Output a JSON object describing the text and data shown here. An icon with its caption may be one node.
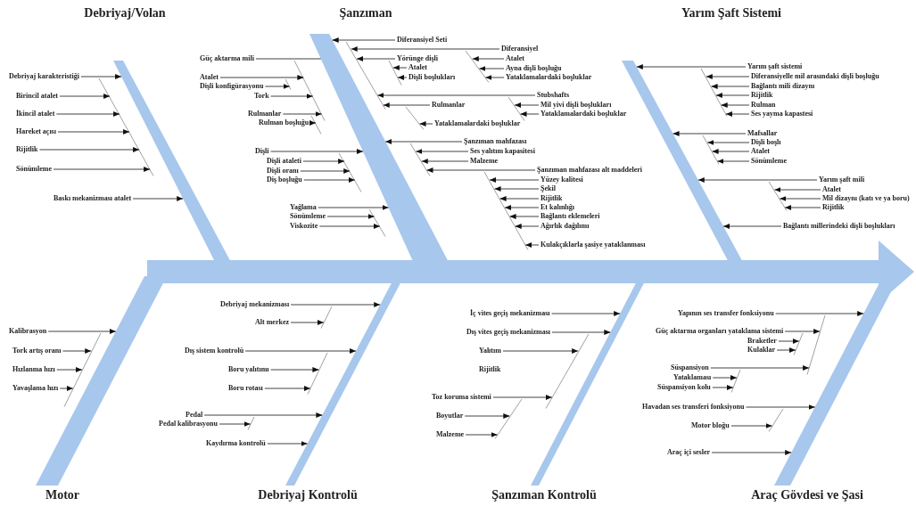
{
  "diagram": {
    "nodes": [
      {
        "text": [],
        "shape": "arrow"
      },
      {
        "text": [],
        "shape": "bar",
        "beside": [
          "Debriyaj/Volan"
        ]
      },
      {
        "text": [],
        "shape": "bar",
        "beside": [
          "Şanzıman"
        ]
      },
      {
        "text": [],
        "shape": "bar",
        "beside": [
          "Yarım Şaft Sistemi"
        ]
      },
      {
        "text": [],
        "shape": "bar",
        "beside": [
          "Motor"
        ]
      },
      {
        "text": [],
        "shape": "bar",
        "beside": [
          "Debriyaj Kontrolü"
        ]
      },
      {
        "text": [],
        "shape": "bar",
        "beside": [
          "Şanzıman Kontrolü"
        ]
      },
      {
        "text": [],
        "shape": "bar",
        "beside": [
          "Araç Gövdesi ve Şasi"
        ]
      },
      {
        "text": [
          "Debriyaj karakteristiği"
        ]
      },
      {
        "text": [
          "Birincil atalet"
        ]
      },
      {
        "text": [
          "İkincil atalet"
        ]
      },
      {
        "text": [
          "Hareket açısı"
        ]
      },
      {
        "text": [
          "Rijitlik"
        ]
      },
      {
        "text": [
          "Sönümleme"
        ]
      },
      {
        "text": [
          "Baskı mekanizması atalet"
        ]
      },
      {
        "text": [
          "Güç aktarma mili"
        ]
      },
      {
        "text": [
          "Atalet"
        ]
      },
      {
        "text": [
          "Dişli konfigürasyonu"
        ]
      },
      {
        "text": [
          "Tork"
        ]
      },
      {
        "text": [
          "Rulmanlar"
        ]
      },
      {
        "text": [
          "Rulman boşluğu"
        ]
      },
      {
        "text": [
          "Dişli"
        ]
      },
      {
        "text": [
          "Dişli ataleti"
        ]
      },
      {
        "text": [
          "Dişli oranı"
        ]
      },
      {
        "text": [
          "Diş boşluğu"
        ]
      },
      {
        "text": [
          "Yağlama"
        ]
      },
      {
        "text": [
          "Sönümleme"
        ]
      },
      {
        "text": [
          "Viskozite"
        ]
      },
      {
        "text": [
          "Diferansiyel Seti"
        ]
      },
      {
        "text": [
          "Diferansiyel"
        ]
      },
      {
        "text": [
          "Atalet"
        ]
      },
      {
        "text": [
          "Ayna dişli boşluğu"
        ]
      },
      {
        "text": [
          "Yataklamalardaki boşluklar"
        ]
      },
      {
        "text": [
          "Yörünge dişli"
        ]
      },
      {
        "text": [
          "Atalet"
        ]
      },
      {
        "text": [
          "Dişli boşlukları"
        ]
      },
      {
        "text": [
          "Stubshafts"
        ]
      },
      {
        "text": [
          "Mil yivi dişli boşlukları"
        ]
      },
      {
        "text": [
          "Yataklamalardaki boşluklar"
        ]
      },
      {
        "text": [
          "Rulmanlar"
        ]
      },
      {
        "text": [
          "Yataklamalardaki boşluklar"
        ]
      },
      {
        "text": [
          "Şanzıman mahfazası"
        ]
      },
      {
        "text": [
          "Ses yalıtım kapasitesi"
        ]
      },
      {
        "text": [
          "Malzeme"
        ]
      },
      {
        "text": [
          "Şanzıman mahfazası alt maddeleri"
        ]
      },
      {
        "text": [
          "Yüzey kalitesi"
        ]
      },
      {
        "text": [
          "Şekil"
        ]
      },
      {
        "text": [
          "Rijitlik"
        ]
      },
      {
        "text": [
          "Et kalınlığı"
        ]
      },
      {
        "text": [
          "Bağlantı eklemeleri"
        ]
      },
      {
        "text": [
          "Ağırlık dağılımı"
        ]
      },
      {
        "text": [
          "Kulakçıklarla şasiye yataklanması"
        ]
      },
      {
        "text": [
          "Yarım şaft sistemi"
        ]
      },
      {
        "text": [
          "Diferansiyelle mil arasındaki dişli boşluğu"
        ]
      },
      {
        "text": [
          "Bağlantı mili dizaynı"
        ]
      },
      {
        "text": [
          "Rijitlik"
        ]
      },
      {
        "text": [
          "Rulman"
        ]
      },
      {
        "text": [
          "Ses yayma kapastesi"
        ]
      },
      {
        "text": [
          "Mafsallar"
        ]
      },
      {
        "text": [
          "Dişli boşlı"
        ]
      },
      {
        "text": [
          "Atalet"
        ]
      },
      {
        "text": [
          "Sönümleme"
        ]
      },
      {
        "text": [
          "Yarım şaft mili"
        ]
      },
      {
        "text": [
          "Atalet"
        ]
      },
      {
        "text": [
          "Mil dizaynı (katı ve ya boru)"
        ]
      },
      {
        "text": [
          "Rijitlik"
        ]
      },
      {
        "text": [
          "Bağlantı millerindeki dişli boşlukları"
        ]
      },
      {
        "text": [
          "Kalibrasyon"
        ]
      },
      {
        "text": [
          "Tork artış oranı"
        ]
      },
      {
        "text": [
          "Hızlanma hızı"
        ]
      },
      {
        "text": [
          "Yavaşlama hızı"
        ]
      },
      {
        "text": [
          "Debriyaj mekanizması"
        ]
      },
      {
        "text": [
          "Alt merkez"
        ]
      },
      {
        "text": [
          "Dış sistem kontrolü"
        ]
      },
      {
        "text": [
          "Boru yalıtımı"
        ]
      },
      {
        "text": [
          "Boru rotası"
        ]
      },
      {
        "text": [
          "Pedal"
        ]
      },
      {
        "text": [
          "Pedal kalibrasyonu"
        ]
      },
      {
        "text": [
          "Kaydırma kontrolü"
        ]
      },
      {
        "text": [
          "İç vites geçiş mekanizması"
        ]
      },
      {
        "text": [
          "Dış vites geçiş mekanizması"
        ]
      },
      {
        "text": [
          "Yalıtım"
        ]
      },
      {
        "text": [
          "Toz koruma sistemi"
        ]
      },
      {
        "text": [
          "Boyutlar"
        ]
      },
      {
        "text": [
          "Malzeme"
        ]
      },
      {
        "text": [
          "Yapının ses transfer fonksiyonu"
        ]
      },
      {
        "text": [
          "Güç aktarma organları yataklama sistemi"
        ]
      },
      {
        "text": [
          "Braketler"
        ]
      },
      {
        "text": [
          "Kulaklar"
        ]
      },
      {
        "text": [
          "Süspansiyon"
        ]
      },
      {
        "text": [
          "Yataklaması"
        ]
      },
      {
        "text": [
          "Süspansiyon kolu"
        ]
      },
      {
        "text": [
          "Havadan ses transferi fonksiyonu"
        ]
      },
      {
        "text": [
          "Motor bloğu"
        ]
      },
      {
        "text": [
          "Araç içi sesler"
        ]
      },
      {
        "text": [],
        "shape": "line"
      },
      {
        "text": [],
        "shape": "line"
      },
      {
        "text": [],
        "shape": "line"
      },
      {
        "text": [],
        "shape": "line"
      },
      {
        "text": [],
        "shape": "line"
      },
      {
        "text": [],
        "shape": "line"
      },
      {
        "text": [],
        "shape": "line"
      },
      {
        "text": [],
        "shape": "line"
      },
      {
        "text": [],
        "shape": "line"
      },
      {
        "text": [],
        "shape": "line"
      },
      {
        "text": [],
        "shape": "line"
      },
      {
        "text": [],
        "shape": "line"
      },
      {
        "text": [],
        "shape": "line"
      },
      {
        "text": [],
        "shape": "line"
      },
      {
        "text": [],
        "shape": "line"
      },
      {
        "text": [],
        "shape": "line"
      },
      {
        "text": [],
        "shape": "line"
      },
      {
        "text": [],
        "shape": "line"
      },
      {
        "text": [],
        "shape": "line"
      },
      {
        "text": [],
        "shape": "line"
      },
      {
        "text": [],
        "shape": "line"
      },
      {
        "text": [],
        "shape": "line"
      },
      {
        "text": [],
        "shape": "line"
      },
      {
        "text": [],
        "shape": "line"
      },
      {
        "text": [],
        "shape": "line"
      },
      {
        "text": [],
        "shape": "line"
      }
    ],
    "edges": [
      {
        "from": 8,
        "to": 1,
        "arrow": "to"
      },
      {
        "from": 9,
        "to": 95,
        "arrow": "to"
      },
      {
        "from": 10,
        "to": 95,
        "arrow": "to"
      },
      {
        "from": 11,
        "to": 95,
        "arrow": "to"
      },
      {
        "from": 12,
        "to": 95,
        "arrow": "to"
      },
      {
        "from": 13,
        "to": 95,
        "arrow": "to"
      },
      {
        "from": 14,
        "to": 1,
        "arrow": "to"
      },
      {
        "from": 15,
        "to": 2,
        "arrow": "none"
      },
      {
        "from": 16,
        "to": 96,
        "arrow": "to"
      },
      {
        "from": 17,
        "to": 97,
        "arrow": "to"
      },
      {
        "from": 18,
        "to": 96,
        "arrow": "to"
      },
      {
        "from": 19,
        "to": 96,
        "arrow": "to"
      },
      {
        "from": 20,
        "to": 98,
        "arrow": "to"
      },
      {
        "from": 21,
        "to": 2,
        "arrow": "to"
      },
      {
        "from": 22,
        "to": 99,
        "arrow": "to"
      },
      {
        "from": 23,
        "to": 99,
        "arrow": "to"
      },
      {
        "from": 24,
        "to": 99,
        "arrow": "to"
      },
      {
        "from": 25,
        "to": 2,
        "arrow": "to"
      },
      {
        "from": 26,
        "to": 100,
        "arrow": "to"
      },
      {
        "from": 27,
        "to": 100,
        "arrow": "to"
      },
      {
        "from": 28,
        "to": 2,
        "arrow": "to"
      },
      {
        "from": 29,
        "to": 101,
        "arrow": "to"
      },
      {
        "from": 30,
        "to": 102,
        "arrow": "to"
      },
      {
        "from": 31,
        "to": 102,
        "arrow": "to"
      },
      {
        "from": 32,
        "to": 102,
        "arrow": "to"
      },
      {
        "from": 33,
        "to": 101,
        "arrow": "to"
      },
      {
        "from": 34,
        "to": 103,
        "arrow": "to"
      },
      {
        "from": 35,
        "to": 103,
        "arrow": "to"
      },
      {
        "from": 36,
        "to": 101,
        "arrow": "to"
      },
      {
        "from": 37,
        "to": 104,
        "arrow": "to"
      },
      {
        "from": 38,
        "to": 104,
        "arrow": "to"
      },
      {
        "from": 39,
        "to": 101,
        "arrow": "to"
      },
      {
        "from": 40,
        "to": 105,
        "arrow": "to"
      },
      {
        "from": 41,
        "to": 2,
        "arrow": "to"
      },
      {
        "from": 42,
        "to": 106,
        "arrow": "to"
      },
      {
        "from": 43,
        "to": 106,
        "arrow": "to"
      },
      {
        "from": 44,
        "to": 106,
        "arrow": "to"
      },
      {
        "from": 45,
        "to": 107,
        "arrow": "to"
      },
      {
        "from": 46,
        "to": 107,
        "arrow": "to"
      },
      {
        "from": 47,
        "to": 107,
        "arrow": "to"
      },
      {
        "from": 48,
        "to": 107,
        "arrow": "to"
      },
      {
        "from": 49,
        "to": 107,
        "arrow": "to"
      },
      {
        "from": 50,
        "to": 107,
        "arrow": "to"
      },
      {
        "from": 51,
        "to": 107,
        "arrow": "to"
      },
      {
        "from": 52,
        "to": 3,
        "arrow": "to"
      },
      {
        "from": 53,
        "to": 108,
        "arrow": "to"
      },
      {
        "from": 54,
        "to": 108,
        "arrow": "to"
      },
      {
        "from": 55,
        "to": 108,
        "arrow": "to"
      },
      {
        "from": 56,
        "to": 108,
        "arrow": "to"
      },
      {
        "from": 57,
        "to": 108,
        "arrow": "to"
      },
      {
        "from": 58,
        "to": 3,
        "arrow": "to"
      },
      {
        "from": 59,
        "to": 109,
        "arrow": "to"
      },
      {
        "from": 60,
        "to": 109,
        "arrow": "to"
      },
      {
        "from": 61,
        "to": 109,
        "arrow": "to"
      },
      {
        "from": 62,
        "to": 3,
        "arrow": "to"
      },
      {
        "from": 63,
        "to": 110,
        "arrow": "to"
      },
      {
        "from": 64,
        "to": 110,
        "arrow": "to"
      },
      {
        "from": 65,
        "to": 110,
        "arrow": "to"
      },
      {
        "from": 66,
        "to": 3,
        "arrow": "to"
      },
      {
        "from": 67,
        "to": 4,
        "arrow": "to"
      },
      {
        "from": 68,
        "to": 111,
        "arrow": "to"
      },
      {
        "from": 69,
        "to": 111,
        "arrow": "to"
      },
      {
        "from": 70,
        "to": 111,
        "arrow": "to"
      },
      {
        "from": 71,
        "to": 5,
        "arrow": "to"
      },
      {
        "from": 72,
        "to": 112,
        "arrow": "to"
      },
      {
        "from": 73,
        "to": 5,
        "arrow": "to"
      },
      {
        "from": 74,
        "to": 113,
        "arrow": "to"
      },
      {
        "from": 75,
        "to": 113,
        "arrow": "to"
      },
      {
        "from": 76,
        "to": 5,
        "arrow": "to"
      },
      {
        "from": 77,
        "to": 114,
        "arrow": "to"
      },
      {
        "from": 78,
        "to": 5,
        "arrow": "to"
      },
      {
        "from": 79,
        "to": 6,
        "arrow": "to"
      },
      {
        "from": 80,
        "to": 6,
        "arrow": "to"
      },
      {
        "from": 81,
        "to": 115,
        "arrow": "to"
      },
      {
        "from": 82,
        "to": 115,
        "arrow": "to"
      },
      {
        "from": 83,
        "to": 116,
        "arrow": "to"
      },
      {
        "from": 84,
        "to": 116,
        "arrow": "to"
      },
      {
        "from": 85,
        "to": 7,
        "arrow": "to"
      },
      {
        "from": 86,
        "to": 117,
        "arrow": "to"
      },
      {
        "from": 87,
        "to": 118,
        "arrow": "to"
      },
      {
        "from": 88,
        "to": 118,
        "arrow": "to"
      },
      {
        "from": 89,
        "to": 117,
        "arrow": "to"
      },
      {
        "from": 90,
        "to": 119,
        "arrow": "to"
      },
      {
        "from": 91,
        "to": 119,
        "arrow": "to"
      },
      {
        "from": 92,
        "to": 7,
        "arrow": "to"
      },
      {
        "from": 93,
        "to": 120,
        "arrow": "to"
      },
      {
        "from": 94,
        "to": 7,
        "arrow": "to"
      }
    ],
    "labels": [
      "Rijitlik"
    ]
  }
}
